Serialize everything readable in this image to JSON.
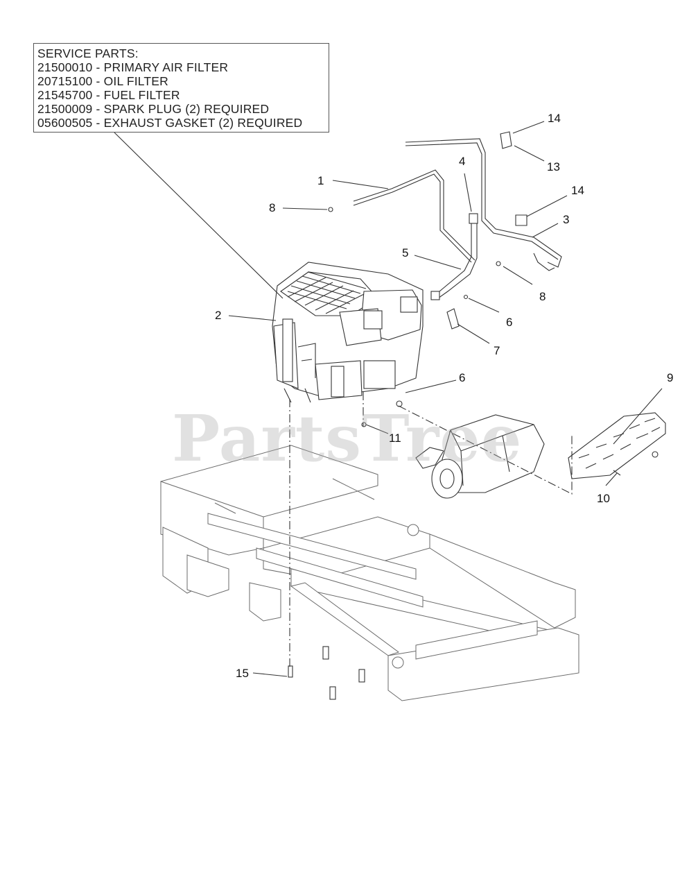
{
  "service_parts": {
    "heading": "SERVICE PARTS:",
    "lines": [
      "21500010 - PRIMARY AIR FILTER",
      "20715100 - OIL FILTER",
      "21545700 - FUEL FILTER",
      "21500009 - SPARK PLUG (2) REQUIRED",
      "05600505 - EXHAUST GASKET (2) REQUIRED"
    ]
  },
  "callouts": {
    "c1": "1",
    "c2": "2",
    "c3": "3",
    "c4": "4",
    "c5": "5",
    "c6a": "6",
    "c6b": "6",
    "c7": "7",
    "c8a": "8",
    "c8b": "8",
    "c9": "9",
    "c10": "10",
    "c11": "11",
    "c13": "13",
    "c14a": "14",
    "c14b": "14",
    "c15": "15"
  },
  "watermark": "PartsTree",
  "colors": {
    "line": "#333333",
    "frame": "#6a6a6a",
    "watermark": "#aaaaaa"
  }
}
